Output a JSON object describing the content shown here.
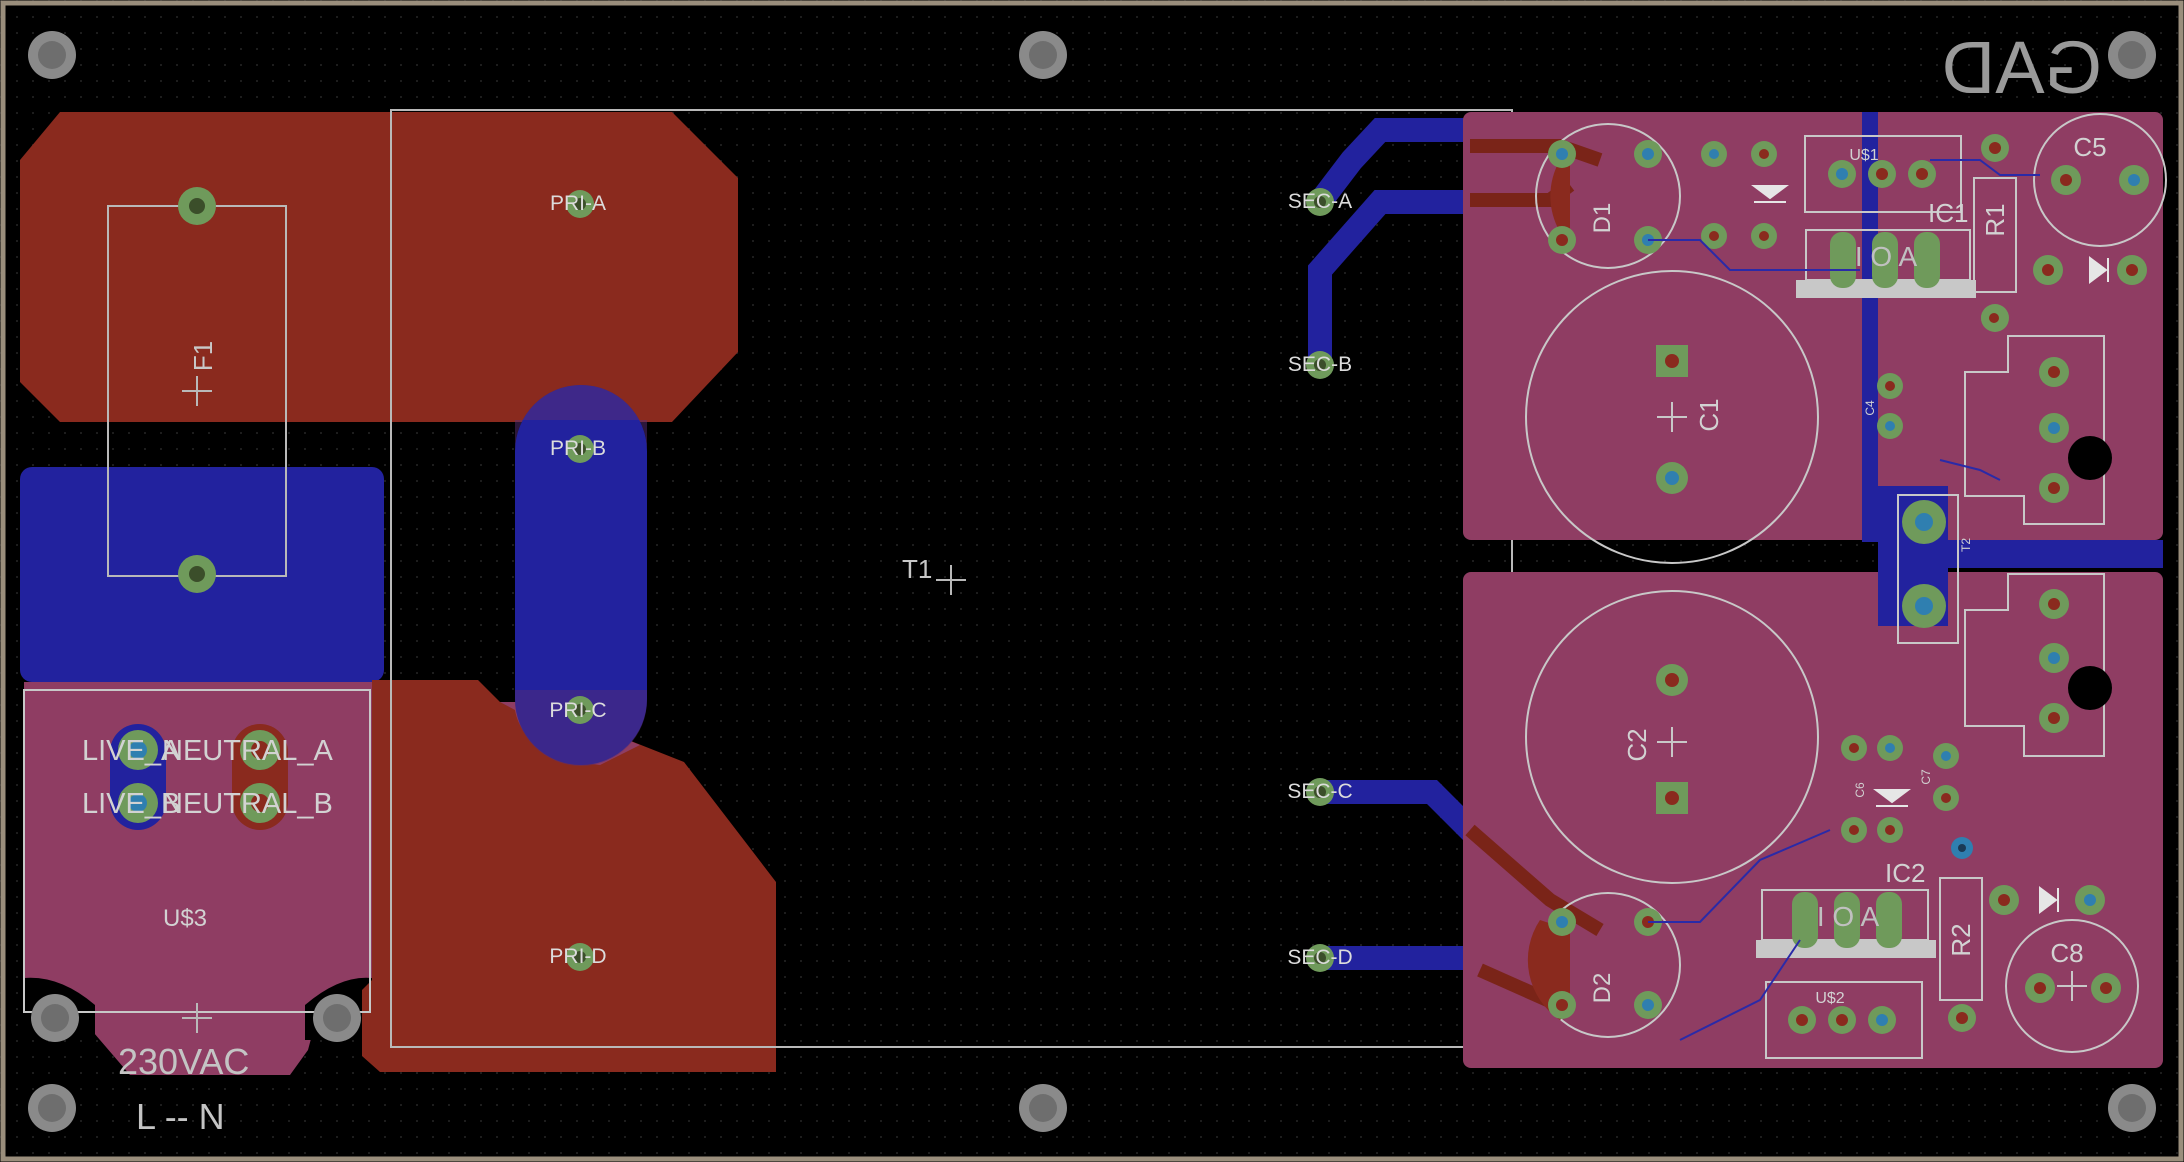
{
  "board": {
    "mirrored_text": "GAD",
    "colors": {
      "background": "#000000",
      "outline": "#9a8e7c",
      "top_copper": "#8a2a1e",
      "top_copper_dark": "#7a2418",
      "bottom_copper": "#22229e",
      "overlap": "#8f3d63",
      "silk": "#b9b9b9",
      "pad": "#6f9a5b",
      "drill": "#3b4e2a",
      "via": "#2f7fb0",
      "mount_hole": "#8a8a8a"
    }
  },
  "labels": {
    "t1": "T1",
    "f1": "F1",
    "pri_a": "PRI-A",
    "pri_b": "PRI-B",
    "pri_c": "PRI-C",
    "pri_d": "PRI-D",
    "sec_a": "SEC-A",
    "sec_b": "SEC-B",
    "sec_c": "SEC-C",
    "sec_d": "SEC-D",
    "live_a": "LIVE_A",
    "live_b": "LIVE_B",
    "neutral_a": "NEUTRAL_A",
    "neutral_b": "NEUTRAL_B",
    "us3": "U$3",
    "vac": "230VAC",
    "ln": "L -- N",
    "d1": "D1",
    "d2": "D2",
    "c1": "C1",
    "c2": "C2",
    "c5": "C5",
    "c8": "C8",
    "us1": "U$1",
    "us2": "U$2",
    "ic1": "IC1",
    "ic2": "IC2",
    "r1": "R1",
    "r2": "R2",
    "ic1_pins": "I O A",
    "ic2_pins": "I O A",
    "c4": "C4",
    "c6": "C6",
    "c7": "C7",
    "t2": "T2"
  }
}
